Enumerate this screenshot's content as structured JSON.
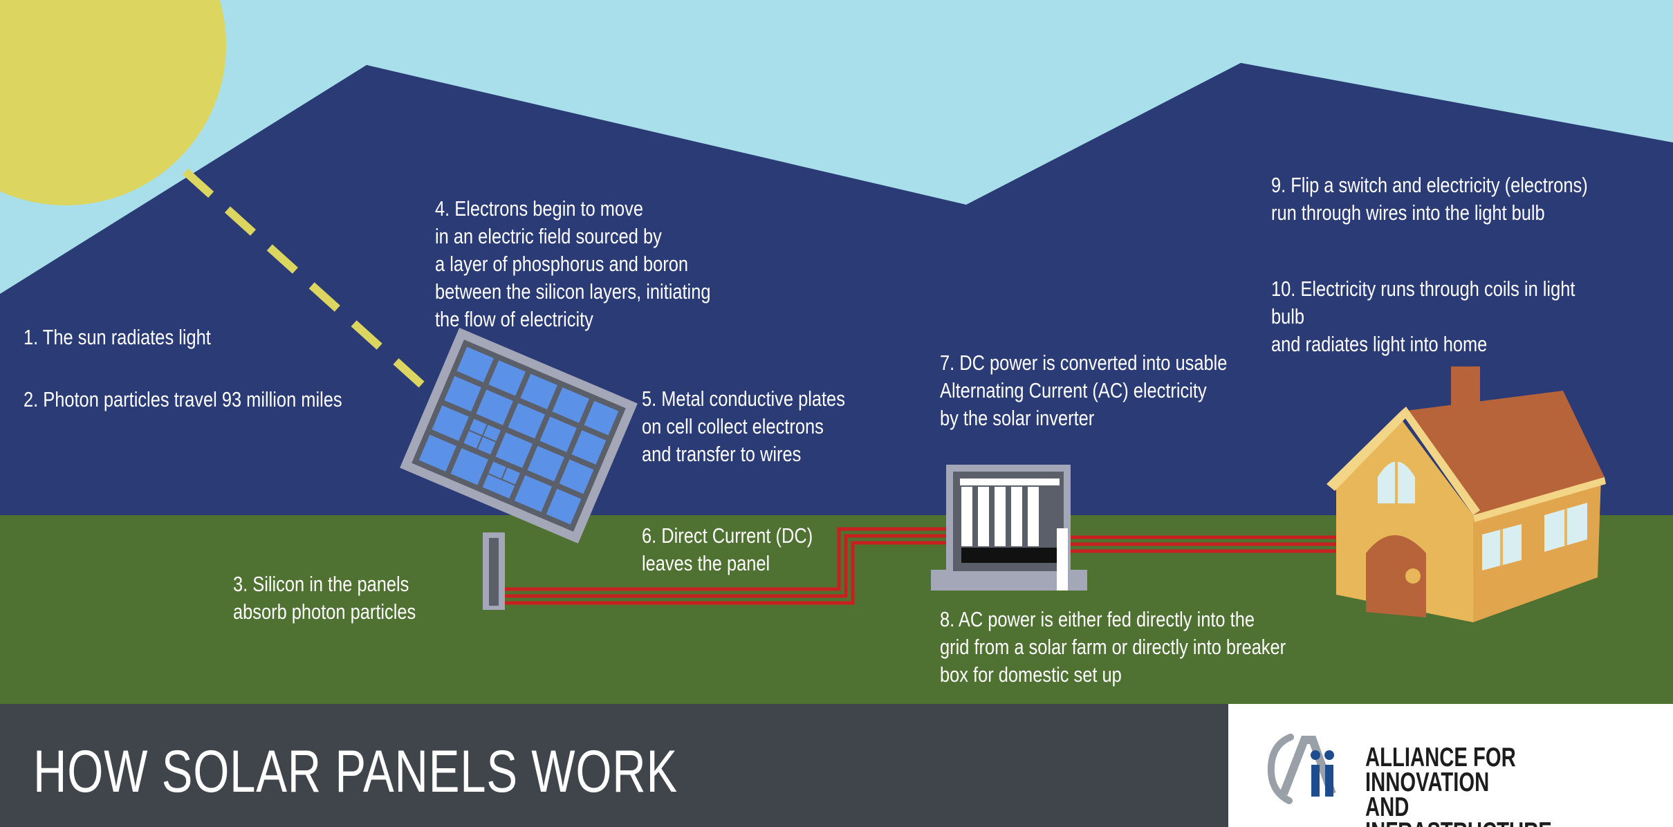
{
  "title": "HOW SOLAR PANELS WORK",
  "organization": {
    "name": "ALLIANCE FOR INNOVATION\nAND INFRASTRUCTURE",
    "logo_text": "Aii"
  },
  "steps": [
    "1. The sun radiates light",
    "2. Photon particles travel 93 million miles",
    "3. Silicon in the panels\nabsorb photon particles",
    "4. Electrons begin to move\nin an electric field sourced by\na layer of phosphorus and boron\nbetween the silicon layers, initiating\nthe flow of electricity",
    "5. Metal conductive plates\non cell collect electrons\nand transfer to wires",
    "6. Direct Current (DC)\nleaves the panel",
    "7. DC power is converted into usable\nAlternating Current (AC) electricity\nby the solar inverter",
    "8. AC power is either fed directly into the\ngrid from a solar farm or directly into breaker\nbox for domestic set up",
    "9. Flip a switch and electricity (electrons)\nrun through wires into the light bulb",
    "10. Electricity runs through coils in light bulb\nand radiates light into home"
  ],
  "colors": {
    "sky": "#a8dfea",
    "mountains": "#2a3b76",
    "grass": "#4f7131",
    "sun": "#dcd661",
    "wire": "#c8201e",
    "footer": "#40454c",
    "panel_cell": "#5b91e6",
    "house_wall": "#e7b75a",
    "house_roof": "#b8643a"
  }
}
